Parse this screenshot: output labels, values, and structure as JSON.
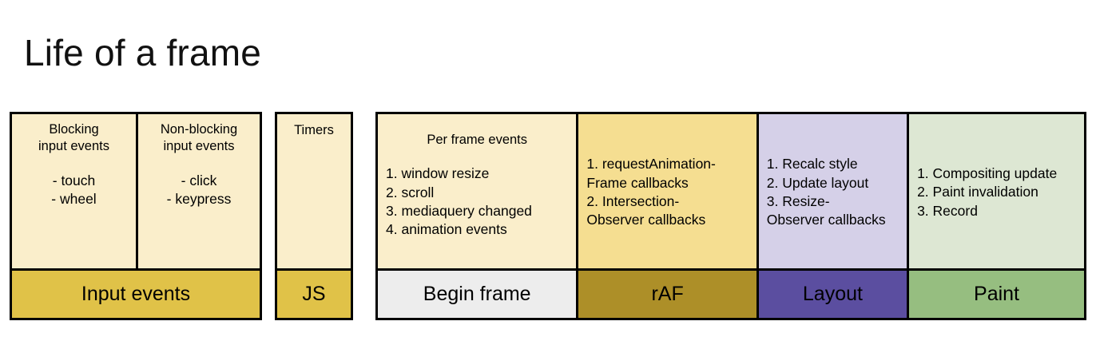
{
  "title": "Life of a frame",
  "colors": {
    "cream": "#FAEECB",
    "gold": "#E0C248",
    "light_yellow": "#F5DE91",
    "dark_gold": "#AD8F28",
    "lavender": "#D5D0E8",
    "purple": "#5B4EA0",
    "light_green": "#DDE7D3",
    "green": "#96BE80",
    "light_gray": "#EDEDED",
    "border": "#000000",
    "text": "#000000",
    "background": "#FFFFFF"
  },
  "groups": {
    "input_events": {
      "footer_label": "Input events",
      "columns": [
        {
          "id": "blocking",
          "heading_line1": "Blocking",
          "heading_line2": "input events",
          "bullets": [
            "- touch",
            "- wheel"
          ]
        },
        {
          "id": "non-blocking",
          "heading_line1": "Non-blocking",
          "heading_line2": "input events",
          "bullets": [
            "- click",
            "- keypress"
          ]
        }
      ]
    },
    "js": {
      "heading": "Timers",
      "footer_label": "JS"
    },
    "frame": {
      "columns": [
        {
          "id": "begin-frame",
          "heading": "Per frame events",
          "items": [
            "1. window resize",
            "2. scroll",
            "3. mediaquery changed",
            "4. animation events"
          ],
          "footer_label": "Begin frame"
        },
        {
          "id": "raf",
          "heading": "",
          "items": [
            "1. requestAnimation-",
            "Frame callbacks",
            "2. Intersection-",
            "Observer callbacks"
          ],
          "footer_label": "rAF"
        },
        {
          "id": "layout",
          "heading": "",
          "items": [
            "1. Recalc style",
            "2. Update layout",
            "3. Resize-",
            "Observer callbacks"
          ],
          "footer_label": "Layout"
        },
        {
          "id": "paint",
          "heading": "",
          "items": [
            "1. Compositing update",
            "2. Paint invalidation",
            "3. Record"
          ],
          "footer_label": "Paint"
        }
      ]
    }
  }
}
